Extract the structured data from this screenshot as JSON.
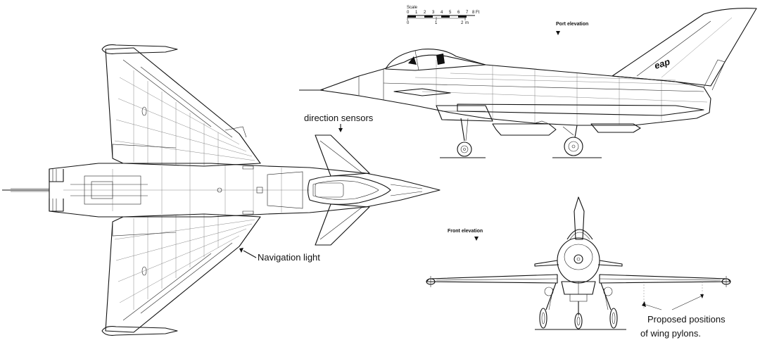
{
  "scale": {
    "title": "Scale",
    "ft_ticks": [
      "0",
      "1",
      "2",
      "3",
      "4",
      "5",
      "6",
      "7",
      "8"
    ],
    "ft_unit": "Ft",
    "m_ticks": [
      "0",
      "1",
      "2"
    ],
    "m_unit": "m"
  },
  "views": {
    "port_elevation": "Port elevation",
    "front_elevation": "Front elevation"
  },
  "annotations": {
    "direction_sensors": "direction sensors",
    "navigation_light": "Navigation light",
    "wing_pylons_line1": "Proposed positions",
    "wing_pylons_line2": "of wing pylons."
  },
  "tail_marking": "eap"
}
